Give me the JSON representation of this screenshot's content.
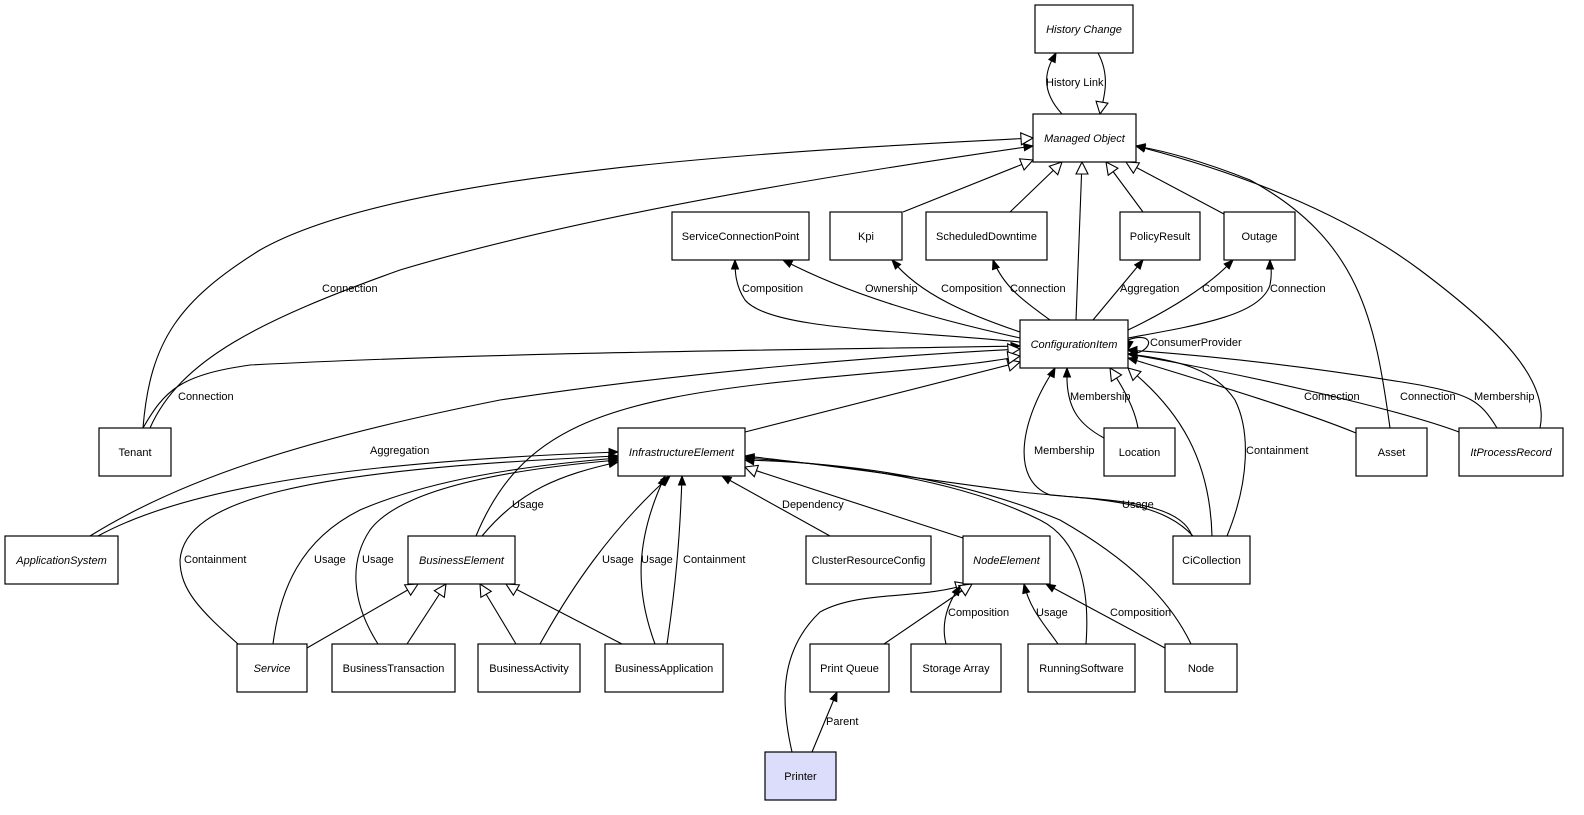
{
  "diagram": {
    "title": "Printer class relationships",
    "colors": {
      "focus_fill": "#dcdcfb",
      "node_fill": "#ffffff",
      "stroke": "#000000"
    },
    "nodes": [
      {
        "id": "history_change",
        "label": "History Change",
        "abstract": true
      },
      {
        "id": "managed_object",
        "label": "Managed Object",
        "abstract": true
      },
      {
        "id": "service_connection_point",
        "label": "ServiceConnectionPoint",
        "abstract": false
      },
      {
        "id": "kpi",
        "label": "Kpi",
        "abstract": false
      },
      {
        "id": "scheduled_downtime",
        "label": "ScheduledDowntime",
        "abstract": false
      },
      {
        "id": "policy_result",
        "label": "PolicyResult",
        "abstract": false
      },
      {
        "id": "outage",
        "label": "Outage",
        "abstract": false
      },
      {
        "id": "configuration_item",
        "label": "ConfigurationItem",
        "abstract": true
      },
      {
        "id": "tenant",
        "label": "Tenant",
        "abstract": false
      },
      {
        "id": "infrastructure_element",
        "label": "InfrastructureElement",
        "abstract": true
      },
      {
        "id": "location",
        "label": "Location",
        "abstract": false
      },
      {
        "id": "asset",
        "label": "Asset",
        "abstract": false
      },
      {
        "id": "it_process_record",
        "label": "ItProcessRecord",
        "abstract": true
      },
      {
        "id": "application_system",
        "label": "ApplicationSystem",
        "abstract": true
      },
      {
        "id": "business_element",
        "label": "BusinessElement",
        "abstract": true
      },
      {
        "id": "cluster_resource_config",
        "label": "ClusterResourceConfig",
        "abstract": false
      },
      {
        "id": "node_element",
        "label": "NodeElement",
        "abstract": true
      },
      {
        "id": "ci_collection",
        "label": "CiCollection",
        "abstract": false
      },
      {
        "id": "service",
        "label": "Service",
        "abstract": true
      },
      {
        "id": "business_transaction",
        "label": "BusinessTransaction",
        "abstract": false
      },
      {
        "id": "business_activity",
        "label": "BusinessActivity",
        "abstract": false
      },
      {
        "id": "business_application",
        "label": "BusinessApplication",
        "abstract": false
      },
      {
        "id": "print_queue",
        "label": "Print Queue",
        "abstract": false
      },
      {
        "id": "storage_array",
        "label": "Storage Array",
        "abstract": false
      },
      {
        "id": "running_software",
        "label": "RunningSoftware",
        "abstract": false
      },
      {
        "id": "node",
        "label": "Node",
        "abstract": false
      },
      {
        "id": "printer",
        "label": "Printer",
        "abstract": false,
        "focus": true
      }
    ],
    "edges": [
      {
        "from": "managed_object",
        "to": "history_change",
        "kind": "association",
        "label": "History Link"
      },
      {
        "from": "history_change",
        "to": "managed_object",
        "kind": "inheritance",
        "label": ""
      },
      {
        "from": "kpi",
        "to": "managed_object",
        "kind": "inheritance",
        "label": ""
      },
      {
        "from": "scheduled_downtime",
        "to": "managed_object",
        "kind": "inheritance",
        "label": ""
      },
      {
        "from": "configuration_item",
        "to": "managed_object",
        "kind": "inheritance",
        "label": ""
      },
      {
        "from": "policy_result",
        "to": "managed_object",
        "kind": "inheritance",
        "label": ""
      },
      {
        "from": "outage",
        "to": "managed_object",
        "kind": "inheritance",
        "label": ""
      },
      {
        "from": "tenant",
        "to": "managed_object",
        "kind": "inheritance",
        "label": ""
      },
      {
        "from": "tenant",
        "to": "managed_object",
        "kind": "association",
        "label": "Connection"
      },
      {
        "from": "asset",
        "to": "managed_object",
        "kind": "association",
        "label": ""
      },
      {
        "from": "it_process_record",
        "to": "managed_object",
        "kind": "association",
        "label": ""
      },
      {
        "from": "configuration_item",
        "to": "service_connection_point",
        "kind": "association",
        "label": "Composition"
      },
      {
        "from": "configuration_item",
        "to": "service_connection_point",
        "kind": "association",
        "label": "Ownership"
      },
      {
        "from": "configuration_item",
        "to": "kpi",
        "kind": "association",
        "label": "Composition"
      },
      {
        "from": "configuration_item",
        "to": "scheduled_downtime",
        "kind": "association",
        "label": "Connection"
      },
      {
        "from": "configuration_item",
        "to": "policy_result",
        "kind": "association",
        "label": "Aggregation"
      },
      {
        "from": "configuration_item",
        "to": "outage",
        "kind": "association",
        "label": "Composition"
      },
      {
        "from": "configuration_item",
        "to": "outage",
        "kind": "association",
        "label": "Connection"
      },
      {
        "from": "configuration_item",
        "to": "configuration_item",
        "kind": "association",
        "label": "ConsumerProvider"
      },
      {
        "from": "tenant",
        "to": "configuration_item",
        "kind": "association",
        "label": "Connection"
      },
      {
        "from": "application_system",
        "to": "configuration_item",
        "kind": "inheritance",
        "label": ""
      },
      {
        "from": "infrastructure_element",
        "to": "configuration_item",
        "kind": "inheritance",
        "label": ""
      },
      {
        "from": "business_element",
        "to": "configuration_item",
        "kind": "inheritance",
        "label": ""
      },
      {
        "from": "location",
        "to": "configuration_item",
        "kind": "association",
        "label": "Membership"
      },
      {
        "from": "location",
        "to": "configuration_item",
        "kind": "inheritance",
        "label": ""
      },
      {
        "from": "ci_collection",
        "to": "configuration_item",
        "kind": "association",
        "label": "Membership"
      },
      {
        "from": "ci_collection",
        "to": "configuration_item",
        "kind": "inheritance",
        "label": ""
      },
      {
        "from": "ci_collection",
        "to": "configuration_item",
        "kind": "association",
        "label": "Containment"
      },
      {
        "from": "asset",
        "to": "configuration_item",
        "kind": "association",
        "label": "Connection"
      },
      {
        "from": "it_process_record",
        "to": "configuration_item",
        "kind": "association",
        "label": "Connection"
      },
      {
        "from": "it_process_record",
        "to": "configuration_item",
        "kind": "association",
        "label": "Membership"
      },
      {
        "from": "application_system",
        "to": "infrastructure_element",
        "kind": "association",
        "label": "Aggregation"
      },
      {
        "from": "service",
        "to": "infrastructure_element",
        "kind": "association",
        "label": "Containment"
      },
      {
        "from": "service",
        "to": "infrastructure_element",
        "kind": "association",
        "label": "Usage"
      },
      {
        "from": "business_transaction",
        "to": "infrastructure_element",
        "kind": "association",
        "label": "Usage"
      },
      {
        "from": "business_element",
        "to": "infrastructure_element",
        "kind": "association",
        "label": "Usage"
      },
      {
        "from": "business_activity",
        "to": "infrastructure_element",
        "kind": "association",
        "label": "Usage"
      },
      {
        "from": "business_application",
        "to": "infrastructure_element",
        "kind": "association",
        "label": "Usage"
      },
      {
        "from": "business_application",
        "to": "infrastructure_element",
        "kind": "association",
        "label": "Containment"
      },
      {
        "from": "cluster_resource_config",
        "to": "infrastructure_element",
        "kind": "association",
        "label": "Dependency"
      },
      {
        "from": "node_element",
        "to": "infrastructure_element",
        "kind": "inheritance",
        "label": ""
      },
      {
        "from": "ci_collection",
        "to": "infrastructure_element",
        "kind": "association",
        "label": "Usage"
      },
      {
        "from": "running_software",
        "to": "infrastructure_element",
        "kind": "association",
        "label": ""
      },
      {
        "from": "node",
        "to": "infrastructure_element",
        "kind": "association",
        "label": ""
      },
      {
        "from": "service",
        "to": "business_element",
        "kind": "inheritance",
        "label": ""
      },
      {
        "from": "business_transaction",
        "to": "business_element",
        "kind": "inheritance",
        "label": ""
      },
      {
        "from": "business_activity",
        "to": "business_element",
        "kind": "inheritance",
        "label": ""
      },
      {
        "from": "business_application",
        "to": "business_element",
        "kind": "inheritance",
        "label": ""
      },
      {
        "from": "printer",
        "to": "node_element",
        "kind": "inheritance",
        "label": ""
      },
      {
        "from": "print_queue",
        "to": "node_element",
        "kind": "inheritance",
        "label": ""
      },
      {
        "from": "storage_array",
        "to": "node_element",
        "kind": "association",
        "label": "Composition"
      },
      {
        "from": "running_software",
        "to": "node_element",
        "kind": "association",
        "label": "Usage"
      },
      {
        "from": "node",
        "to": "node_element",
        "kind": "association",
        "label": "Composition"
      },
      {
        "from": "printer",
        "to": "print_queue",
        "kind": "association",
        "label": "Parent"
      }
    ]
  }
}
